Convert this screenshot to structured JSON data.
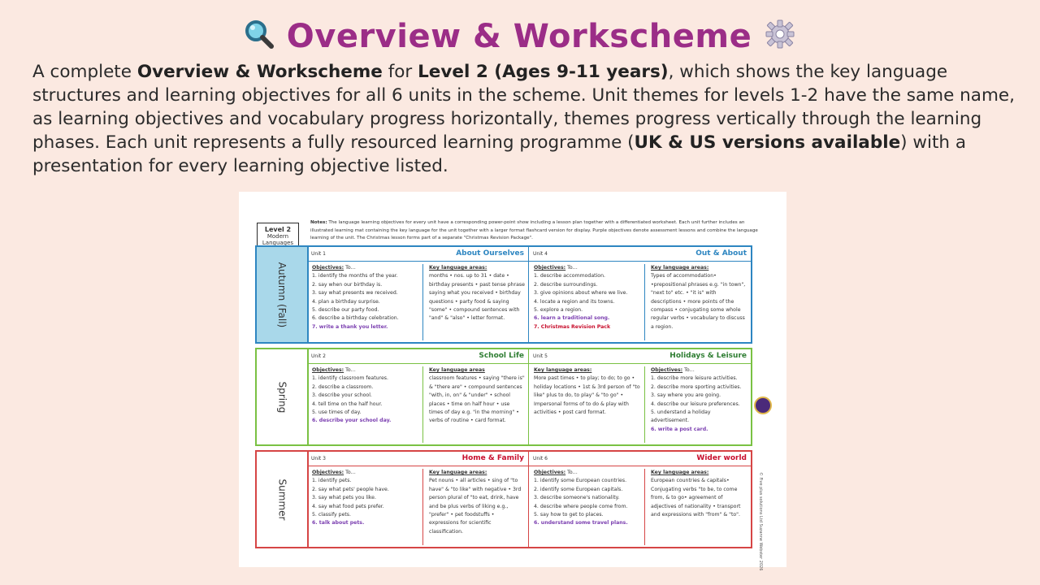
{
  "header": {
    "title": "Overview & Workscheme",
    "icons": [
      "magnifier-icon",
      "gear-icon"
    ]
  },
  "intro": {
    "p1": "A complete ",
    "b1": "Overview & Workscheme",
    "p2": " for ",
    "b2": "Level 2 (Ages 9-11 years)",
    "p3": ", which shows the key language structures and learning objectives for all 6 units in the scheme. Unit themes for levels 1-2 have the same name, as learning objectives and vocabulary progress horizontally, themes progress vertically through the learning phases. Each unit represents a fully resourced learning programme (",
    "b3": "UK & US versions available",
    "p4": ") with a presentation for every learning objective listed."
  },
  "doc": {
    "level_label": "Level 2",
    "level_sub1": "Modern",
    "level_sub2": "Languages",
    "notes_label": "Notes:",
    "notes_text": " The language learning objectives for every unit have a corresponding power-point show including a lesson plan together with a differentiated worksheet. Each unit further includes an illustrated learning mat containing the key language for the unit together with a larger format flashcard version for display. Purple objectives denote assessment lessons and combine the language learning of the unit. The Christmas lesson forms part of a separate \"Christmas Revision Package\".",
    "copyright": "© Five plus solutions Ltd Suzanne Webster 2026",
    "colors": {
      "autumn": "#2e86c1",
      "spring": "#7ac143",
      "summer": "#d64545"
    },
    "bands": [
      {
        "season": "Autumn (Fall)",
        "units": [
          {
            "num": "Unit 1",
            "theme": "About Ourselves",
            "left_head": "Objectives:",
            "left_head_suffix": " To…",
            "left": [
              "1. identify the months of the year.",
              "2. say when our birthday is.",
              "3. say what presents we received.",
              "4. plan a birthday surprise.",
              "5. describe our party food.",
              "6. describe a birthday celebration."
            ],
            "left_special": "7. write a thank you letter.",
            "right_head": "Key language areas:",
            "right": "months • nos. up to 31 • date • birthday presents • past tense phrase saying what you received • birthday questions • party food & saying \"some\" • compound sentences with \"and\" & \"also\" • letter format."
          },
          {
            "num": "Unit 4",
            "theme": "Out & About",
            "left_head": "Objectives:",
            "left_head_suffix": " To…",
            "left": [
              "1. describe accommodation.",
              "2. describe surroundings.",
              "3. give opinions about where we live.",
              "4. locate a region and its towns.",
              "5. explore a region."
            ],
            "left_special": "6. learn a traditional song.",
            "left_special2": "7. Christmas Revision Pack",
            "right_head": "Key language areas:",
            "right": "Types of accommodation• •prepositional phrases e.g. \"in town\", \"next to\" etc. • \"it is\" with descriptions • more points of the compass • conjugating some whole regular verbs • vocabulary to discuss a region."
          }
        ]
      },
      {
        "season": "Spring",
        "units": [
          {
            "num": "Unit 2",
            "theme": "School Life",
            "left_head": "Objectives:",
            "left_head_suffix": " To…",
            "left": [
              "1. identify classroom features.",
              "2. describe a classroom.",
              "3. describe your school.",
              "4. tell time on the half hour.",
              "5. use times of day."
            ],
            "left_special": "6. describe your school day.",
            "right_head": "Key language areas",
            "right": "classroom features • saying \"there is\" & \"there are\" • compound sentences \"with, in, on\" & \"under\" • school places • time on half hour • use times of day e.g. \"in the morning\" • verbs of routine • card format."
          },
          {
            "num": "Unit 5",
            "theme": "Holidays & Leisure",
            "left_head": "Key language areas:",
            "left_head_suffix": "",
            "left_text": "More past times • to play; to do; to go • holiday locations • 1st & 3rd person of \"to like\" plus to do, to play\" & \"to go\" • Impersonal forms of to do & play with activities • post card format.",
            "right_head": "Objectives:",
            "right_head_suffix": " To…",
            "right_list": [
              "1. describe more leisure activities.",
              "2. describe more sporting activities.",
              "3. say where you are going.",
              "4. describe our leisure preferences.",
              "5. understand a holiday",
              "    advertisement."
            ],
            "right_special": "6. write a post card."
          }
        ]
      },
      {
        "season": "Summer",
        "units": [
          {
            "num": "Unit 3",
            "theme": "Home & Family",
            "left_head": "Objectives:",
            "left_head_suffix": " To…",
            "left": [
              "1. identify pets.",
              "2. say what pets' people have.",
              "3. say what pets you like.",
              "4. say what food pets prefer.",
              "5. classify pets."
            ],
            "left_special": "6. talk about pets.",
            "right_head": "Key language areas:",
            "right": "Pet nouns • all articles • sing of \"to have\" & \"to like\" with negative • 3rd person plural of \"to eat, drink, have and be plus verbs of liking e.g., \"prefer\" • pet foodstuffs • expressions for scientific classification."
          },
          {
            "num": "Unit 6",
            "theme": "Wider world",
            "left_head": "Objectives:",
            "left_head_suffix": " To…",
            "left": [
              "1. identify some European countries.",
              "2. identify some European capitals.",
              "3. describe someone's nationality.",
              "4. describe where people come from.",
              "5. say how to get to places."
            ],
            "left_special": "6. understand some travel plans.",
            "right_head": "Key language areas:",
            "right": "European countries & capitals• Conjugating verbs \"to be, to come from, & to go• agreement of adjectives of nationality • transport and expressions with \"from\" & \"to\"."
          }
        ]
      }
    ]
  }
}
